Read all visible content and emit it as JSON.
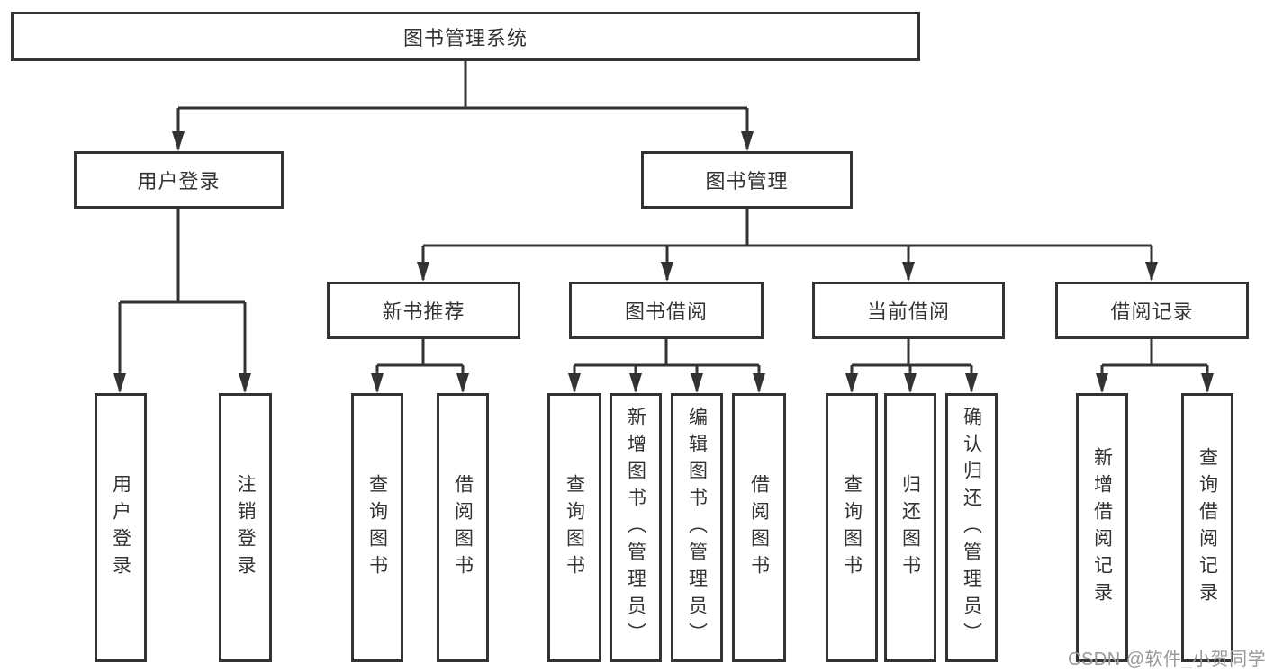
{
  "tree": {
    "root": "图书管理系统",
    "branches": [
      {
        "label": "用户登录",
        "children": [
          "用户登录",
          "注销登录"
        ]
      },
      {
        "label": "图书管理",
        "groups": [
          {
            "label": "新书推荐",
            "children": [
              "查询图书",
              "借阅图书"
            ]
          },
          {
            "label": "图书借阅",
            "children": [
              "查询图书",
              "新增图书（管理员）",
              "编辑图书（管理员）",
              "借阅图书"
            ]
          },
          {
            "label": "当前借阅",
            "children": [
              "查询图书",
              "归还图书",
              "确认归还（管理员）"
            ]
          },
          {
            "label": "借阅记录",
            "children": [
              "新增借阅记录",
              "查询借阅记录"
            ]
          }
        ]
      }
    ]
  },
  "watermark": "CSDN @软件_小贺同学",
  "colors": {
    "line": "#333333",
    "text": "#333333",
    "watermark_text": "#9a9a9a",
    "background": "#ffffff"
  }
}
